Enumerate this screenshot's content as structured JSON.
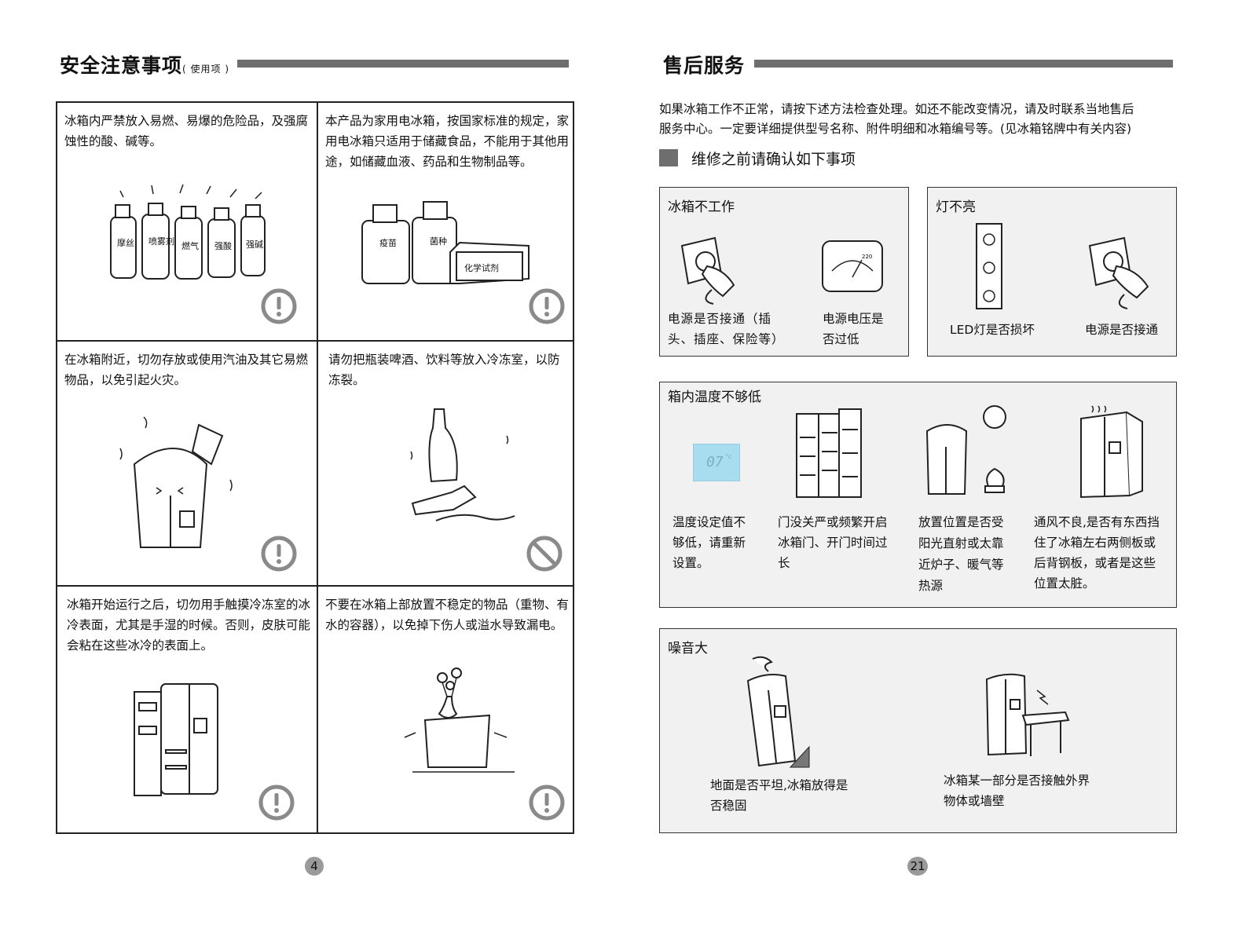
{
  "left_page": {
    "title": "安全注意事项",
    "subtitle": "( 使用项 )",
    "page_number": "4",
    "cells": [
      {
        "text": "冰箱内严禁放入易燃、易爆的危险品，及强腐蚀性的酸、碱等。",
        "labels": [
          "摩丝",
          "喷雾剂",
          "燃气",
          "强酸",
          "强碱"
        ],
        "icon": "warning-icon"
      },
      {
        "text": "本产品为家用电冰箱，按国家标准的规定，家用电冰箱只适用于储藏食品，不能用于其他用途，如储藏血液、药品和生物制品等。",
        "labels": [
          "疫苗",
          "菌种",
          "化学试剂"
        ],
        "icon": "warning-icon"
      },
      {
        "text": "在冰箱附近，切勿存放或使用汽油及其它易燃物品，以免引起火灾。",
        "icon": "warning-icon"
      },
      {
        "text": "请勿把瓶装啤酒、饮料等放入冷冻室，以防冻裂。",
        "icon": "prohibited-icon"
      },
      {
        "text": "冰箱开始运行之后，切勿用手触摸冷冻室的冰冷表面，尤其是手湿的时候。否则，皮肤可能会粘在这些冰冷的表面上。",
        "icon": "warning-icon"
      },
      {
        "text": "不要在冰箱上部放置不稳定的物品（重物、有水的容器），以免掉下伤人或溢水导致漏电。",
        "icon": "warning-icon"
      }
    ]
  },
  "right_page": {
    "title": "售后服务",
    "intro_line1": "如果冰箱工作不正常，请按下述方法检查处理。如还不能改变情况，请及时联系当地售后",
    "intro_line2": "服务中心。一定要详细提供型号名称、附件明细和冰箱编号等。(见冰箱铭牌中有关内容)",
    "section_heading": "维修之前请确认如下事项",
    "page_number": "21",
    "box_not_working": {
      "title": "冰箱不工作",
      "item1_l1": "电源是否接通（插",
      "item1_l2": "头、插座、保险等）",
      "item2_l1": "电源电压是",
      "item2_l2": "否过低",
      "meter_value": "220"
    },
    "box_light": {
      "title": "灯不亮",
      "item1": "LED灯是否损坏",
      "item2": "电源是否接通"
    },
    "box_temp": {
      "title": "箱内温度不够低",
      "display": "07",
      "display_unit": "°c",
      "items": [
        [
          "温度设定值不",
          "够低，请重新",
          "设置。"
        ],
        [
          "门没关严或频繁开启",
          "冰箱门、开门时间过",
          "长"
        ],
        [
          "放置位置是否受",
          "阳光直射或太靠",
          "近炉子、暖气等",
          "热源"
        ],
        [
          "通风不良,是否有东西挡",
          "住了冰箱左右两侧板或",
          "后背钢板，或者是这些",
          "位置太脏。"
        ]
      ]
    },
    "box_noise": {
      "title": "噪音大",
      "item1_l1": "地面是否平坦,冰箱放得是",
      "item1_l2": "否稳固",
      "item2_l1": "冰箱某一部分是否接触外界",
      "item2_l2": "物体或墙壁"
    }
  },
  "colors": {
    "rule": "#6e6e6e",
    "box_bg": "#f1f1f1",
    "display_bg": "#a8dcef",
    "icon_gray": "#8a8a8a"
  }
}
